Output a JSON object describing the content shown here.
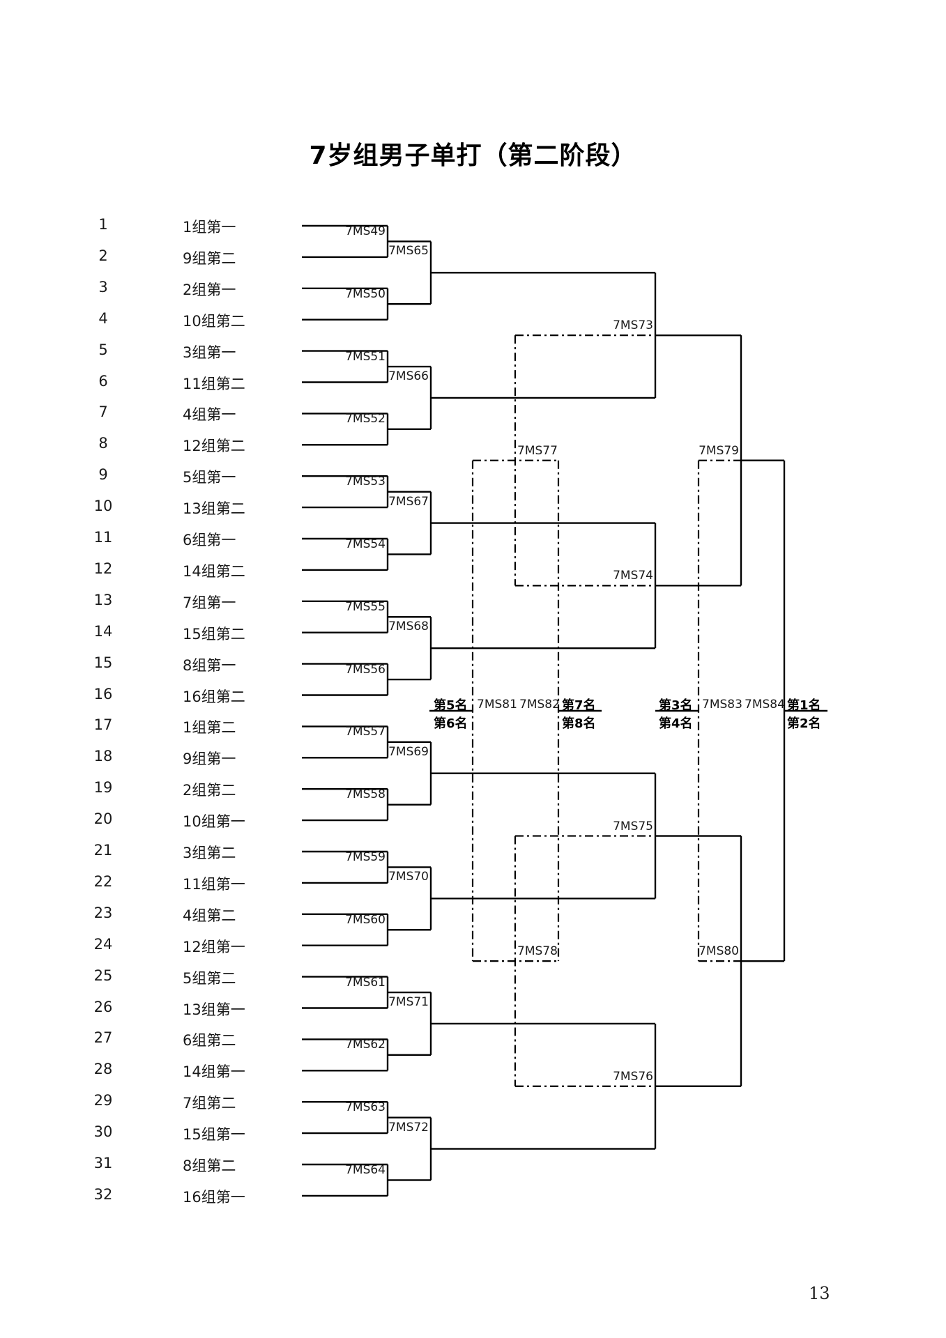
{
  "title": "7岁组男子单打（第二阶段）",
  "page_number": "13",
  "seeds": [
    {
      "num": "1",
      "name": "1组第一"
    },
    {
      "num": "2",
      "name": "9组第二"
    },
    {
      "num": "3",
      "name": "2组第一"
    },
    {
      "num": "4",
      "name": "10组第二"
    },
    {
      "num": "5",
      "name": "3组第一"
    },
    {
      "num": "6",
      "name": "11组第二"
    },
    {
      "num": "7",
      "name": "4组第一"
    },
    {
      "num": "8",
      "name": "12组第二"
    },
    {
      "num": "9",
      "name": "5组第一"
    },
    {
      "num": "10",
      "name": "13组第二"
    },
    {
      "num": "11",
      "name": "6组第一"
    },
    {
      "num": "12",
      "name": "14组第二"
    },
    {
      "num": "13",
      "name": "7组第一"
    },
    {
      "num": "14",
      "name": "15组第二"
    },
    {
      "num": "15",
      "name": "8组第一"
    },
    {
      "num": "16",
      "name": "16组第二"
    },
    {
      "num": "17",
      "name": "1组第二"
    },
    {
      "num": "18",
      "name": "9组第一"
    },
    {
      "num": "19",
      "name": "2组第二"
    },
    {
      "num": "20",
      "name": "10组第一"
    },
    {
      "num": "21",
      "name": "3组第二"
    },
    {
      "num": "22",
      "name": "11组第一"
    },
    {
      "num": "23",
      "name": "4组第二"
    },
    {
      "num": "24",
      "name": "12组第一"
    },
    {
      "num": "25",
      "name": "5组第二"
    },
    {
      "num": "26",
      "name": "13组第一"
    },
    {
      "num": "27",
      "name": "6组第二"
    },
    {
      "num": "28",
      "name": "14组第一"
    },
    {
      "num": "29",
      "name": "7组第二"
    },
    {
      "num": "30",
      "name": "15组第一"
    },
    {
      "num": "31",
      "name": "8组第二"
    },
    {
      "num": "32",
      "name": "16组第一"
    }
  ],
  "round1_matches": [
    "7MS49",
    "7MS50",
    "7MS51",
    "7MS52",
    "7MS53",
    "7MS54",
    "7MS55",
    "7MS56",
    "7MS57",
    "7MS58",
    "7MS59",
    "7MS60",
    "7MS61",
    "7MS62",
    "7MS63",
    "7MS64"
  ],
  "round2_matches": [
    "7MS65",
    "7MS66",
    "7MS67",
    "7MS68",
    "7MS69",
    "7MS70",
    "7MS71",
    "7MS72"
  ],
  "quarterfinal_matches": [
    "7MS73",
    "7MS74",
    "7MS75",
    "7MS76"
  ],
  "semifinal_matches": [
    "7MS79",
    "7MS80"
  ],
  "consolation_semis": [
    "7MS77",
    "7MS78"
  ],
  "placement_matches": {
    "m81": "7MS81",
    "m82": "7MS82",
    "m83": "7MS83",
    "m84": "7MS84"
  },
  "places": {
    "p5": "第5名",
    "p6": "第6名",
    "p7": "第7名",
    "p8": "第8名",
    "p3": "第3名",
    "p4": "第4名",
    "p1": "第1名",
    "p2": "第2名"
  }
}
